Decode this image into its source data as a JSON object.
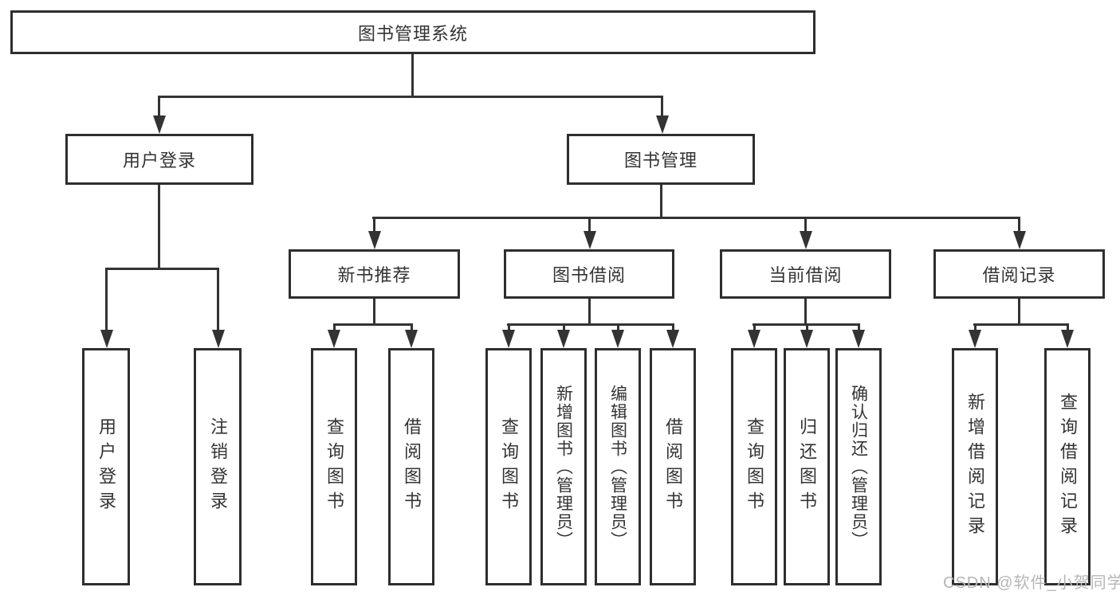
{
  "tree": {
    "root": {
      "label": "图书管理系统"
    },
    "branches": [
      {
        "label": "用户登录",
        "leaves": [
          {
            "label": "用户登录"
          },
          {
            "label": "注销登录"
          }
        ]
      },
      {
        "label": "图书管理",
        "sections": [
          {
            "label": "新书推荐",
            "leaves": [
              {
                "label": "查询图书"
              },
              {
                "label": "借阅图书"
              }
            ]
          },
          {
            "label": "图书借阅",
            "leaves": [
              {
                "label": "查询图书"
              },
              {
                "label": "新增图书（管理员）"
              },
              {
                "label": "编辑图书（管理员）"
              },
              {
                "label": "借阅图书"
              }
            ]
          },
          {
            "label": "当前借阅",
            "leaves": [
              {
                "label": "查询图书"
              },
              {
                "label": "归还图书"
              },
              {
                "label": "确认归还（管理员）"
              }
            ]
          },
          {
            "label": "借阅记录",
            "leaves": [
              {
                "label": "新增借阅记录"
              },
              {
                "label": "查询借阅记录"
              }
            ]
          }
        ]
      }
    ]
  },
  "watermark": "CSDN @软件_小贺同学",
  "colors": {
    "background": "#ffffff",
    "box_border": "#2e2e2e",
    "box_fill": "#ffffff",
    "line": "#333333",
    "text": "#333333",
    "watermark": "#b6b6b6"
  }
}
